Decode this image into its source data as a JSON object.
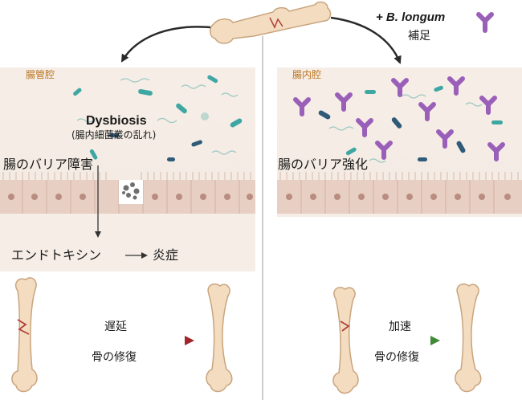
{
  "left": {
    "lumen_label": "腸管腔",
    "dysbiosis_title": "Dysbiosis",
    "dysbiosis_subtitle": "(腸内細菌叢の乱れ)",
    "barrier_label": "腸のバリア障害",
    "endotoxin_label": "エンドトキシン",
    "inflammation_label": "炎症",
    "speed_label": "遅延",
    "repair_label": "骨の修復",
    "arrow_color": "#a3242b"
  },
  "right": {
    "supplement_label": "+ B. longum",
    "supplement_sub": "補足",
    "lumen_label": "腸内腔",
    "barrier_label": "腸のバリア強化",
    "speed_label": "加速",
    "repair_label": "骨の修復",
    "arrow_color": "#3f8a35"
  },
  "colors": {
    "bone": "#f3dcc0",
    "bone_outline": "#c9a57e",
    "bifido": "#9a5fb8",
    "epithelium": "#e8cfc4",
    "nucleus": "#b98d80",
    "bacteria_teal": "#3fa7a3",
    "bacteria_navy": "#2f5a78"
  }
}
